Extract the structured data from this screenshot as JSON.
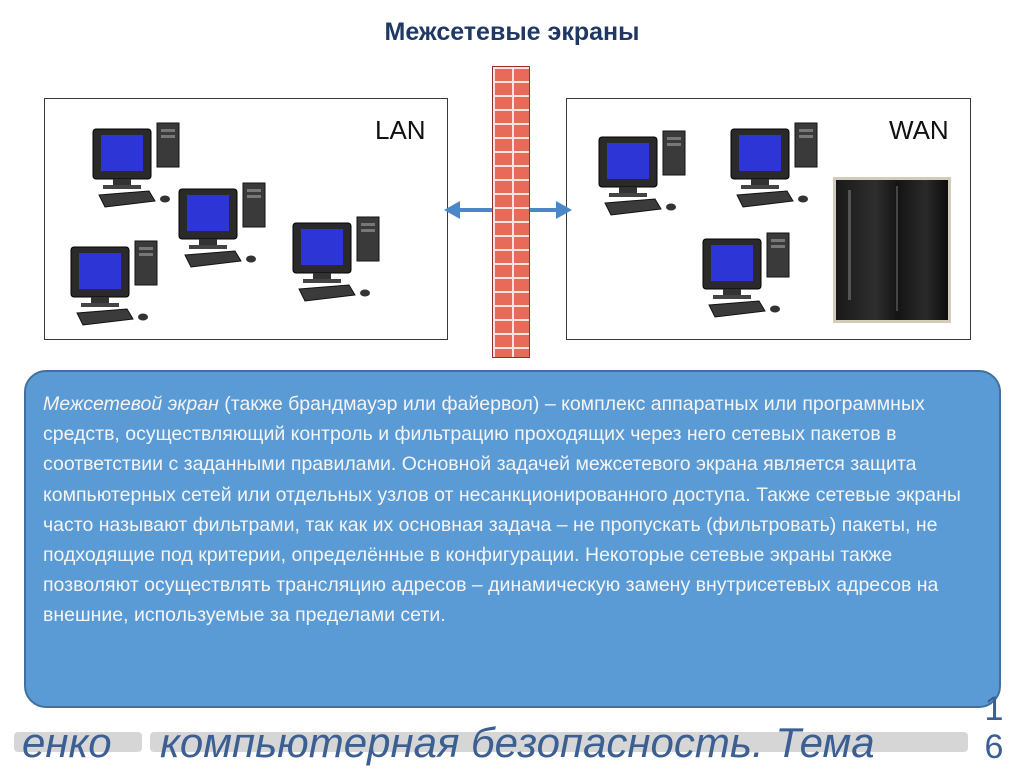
{
  "title": "Межсетевые экраны",
  "lan": {
    "label": "LAN"
  },
  "wan": {
    "label": "WAN"
  },
  "description": {
    "term": "Межсетевой экран",
    "text": " (также брандмауэр или файервол) – комплекс аппаратных или программных средств, осуществляющий контроль и фильтрацию проходящих через него сетевых пакетов в соответствии с заданными правилами. Основной задачей межсетевого экрана является защита компьютерных сетей или отдельных узлов от несанкционированного доступа. Также сетевые экраны часто называют фильтрами, так как их основная задача – не пропускать (фильтровать) пакеты, не подходящие под критерии, определённые в конфигурации. Некоторые сетевые экраны также позволяют осуществлять трансляцию адресов – динамическую замену внутрисетевых адресов на внешние, используемые за пределами сети."
  },
  "footer": {
    "left_fragment": "енко",
    "main_text": "компьютерная безопасность. Тема",
    "page_number": "16"
  },
  "colors": {
    "title": "#1f3864",
    "box_fill": "#5b9bd5",
    "brick": "#e86b5a",
    "arrow": "#4a86c8"
  },
  "icons": [
    "computer-icon",
    "server-icon",
    "firewall-brick-wall",
    "double-arrow-icon"
  ]
}
